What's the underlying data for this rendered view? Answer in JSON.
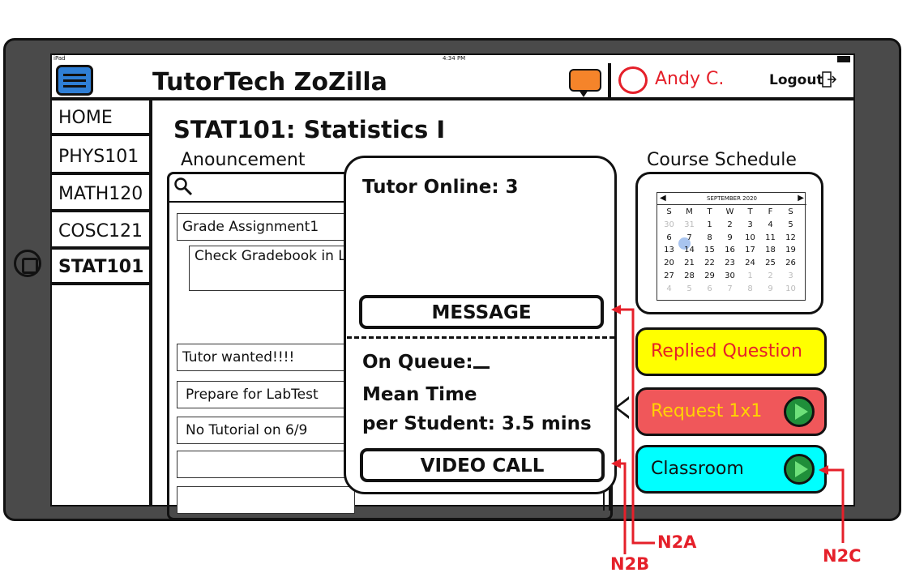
{
  "status_bar": {
    "device": "iPad",
    "time": "4:34 PM"
  },
  "header": {
    "app_title": "TutorTech ZoZilla",
    "user_name": "Andy C.",
    "logout_label": "Logout"
  },
  "sidebar": {
    "items": [
      {
        "label": "HOME",
        "active": false
      },
      {
        "label": "PHYS101",
        "active": false
      },
      {
        "label": "MATH120",
        "active": false
      },
      {
        "label": "COSC121",
        "active": false
      },
      {
        "label": "STAT101",
        "active": true
      }
    ]
  },
  "main": {
    "course_title": "STAT101: Statistics Ⅰ",
    "announcement_label": "Anouncement",
    "announcements": [
      "Grade Assignment1",
      "Tutor wanted!!!!",
      "Prepare for LabTest",
      "No Tutorial on 6/9",
      "",
      ""
    ],
    "announcement_detail": "Check Gradebook in Lea"
  },
  "popup": {
    "tutor_online": "Tutor Online: 3",
    "message_button": "MESSAGE",
    "on_queue": "On Queue:",
    "mean_time_line1": "Mean Time",
    "mean_time_line2": "per Student: 3.5 mins",
    "video_call_button": "VIDEO CALL"
  },
  "schedule": {
    "label": "Course Schedule",
    "month": "SEPTEMBER 2020",
    "weekdays": [
      "S",
      "M",
      "T",
      "W",
      "T",
      "F",
      "S"
    ],
    "weeks": [
      [
        "30",
        "31",
        "1",
        "2",
        "3",
        "4",
        "5"
      ],
      [
        "6",
        "7",
        "8",
        "9",
        "10",
        "11",
        "12"
      ],
      [
        "13",
        "14",
        "15",
        "16",
        "17",
        "18",
        "19"
      ],
      [
        "20",
        "21",
        "22",
        "23",
        "24",
        "25",
        "26"
      ],
      [
        "27",
        "28",
        "29",
        "30",
        "1",
        "2",
        "3"
      ],
      [
        "4",
        "5",
        "6",
        "7",
        "8",
        "9",
        "10"
      ]
    ],
    "today": "7"
  },
  "actions": {
    "replied_question": "Replied Question",
    "request_1x1": "Request 1x1",
    "classroom": "Classroom"
  },
  "annotations": {
    "n2a": "N2A",
    "n2b": "N2B",
    "n2c": "N2C"
  },
  "colors": {
    "menu_button": "#2f7fd6",
    "chat_icon": "#f5842a",
    "user_accent": "#e5202a",
    "replied_bg": "#ffff00",
    "request_bg": "#f0575a",
    "request_text": "#ffd400",
    "classroom_bg": "#00ffff",
    "play_green": "#1f8f3a",
    "annotation": "#e5202a"
  }
}
